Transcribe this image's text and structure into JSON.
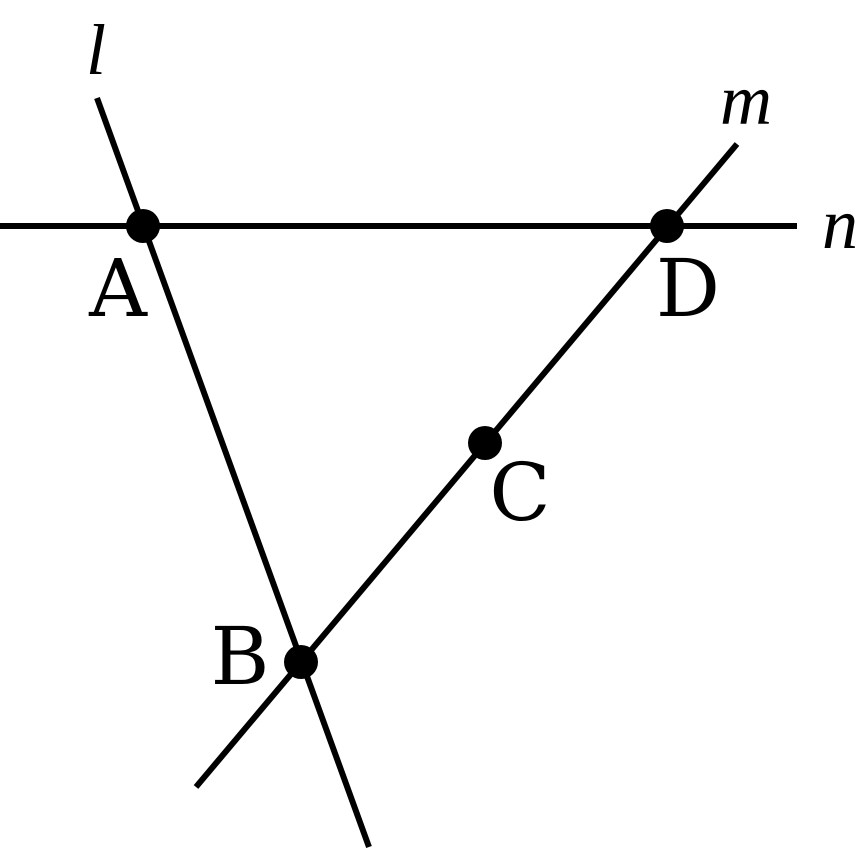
{
  "diagram": {
    "lines": [
      {
        "id": "l",
        "label": "l"
      },
      {
        "id": "m",
        "label": "m"
      },
      {
        "id": "n",
        "label": "n"
      }
    ],
    "points": [
      {
        "id": "A",
        "label": "A"
      },
      {
        "id": "B",
        "label": "B"
      },
      {
        "id": "C",
        "label": "C"
      },
      {
        "id": "D",
        "label": "D"
      }
    ]
  }
}
